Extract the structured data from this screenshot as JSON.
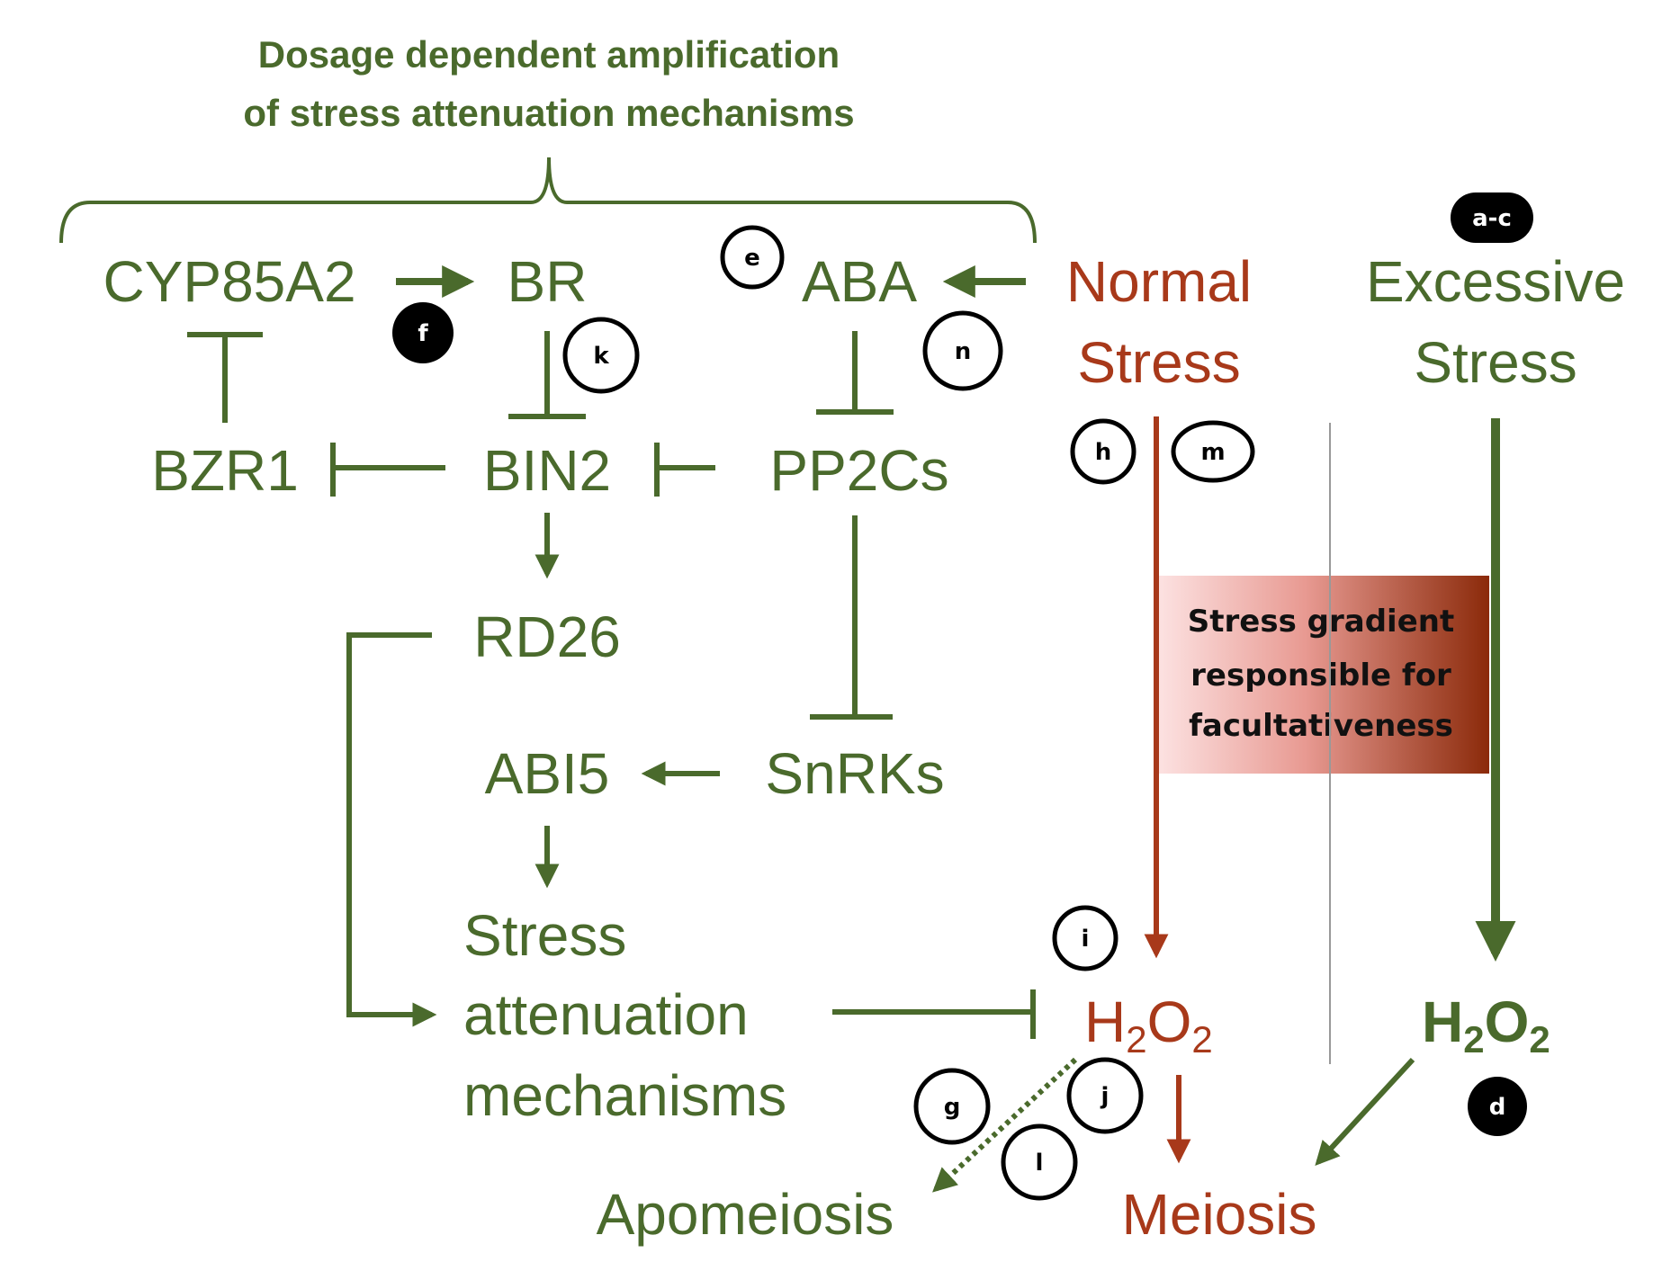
{
  "title": {
    "line1": "Dosage dependent amplification",
    "line2": "of stress attenuation mechanisms"
  },
  "nodes": {
    "cyp85a2": "CYP85A2",
    "br": "BR",
    "aba": "ABA",
    "normal_stress_1": "Normal",
    "normal_stress_2": "Stress",
    "excessive_stress_1": "Excessive",
    "excessive_stress_2": "Stress",
    "bzr1": "BZR1",
    "bin2": "BIN2",
    "pp2cs": "PP2Cs",
    "rd26": "RD26",
    "abi5": "ABI5",
    "snrks": "SnRKs",
    "sam_1": "Stress",
    "sam_2": "attenuation",
    "sam_3": "mechanisms",
    "h2o2_normal_main": "H",
    "h2o2_normal_sub1": "2",
    "h2o2_normal_mid": "O",
    "h2o2_normal_sub2": "2",
    "h2o2_excess_main": "H",
    "h2o2_excess_sub1": "2",
    "h2o2_excess_mid": "O",
    "h2o2_excess_sub2": "2",
    "apomeiosis": "Apomeiosis",
    "meiosis": "Meiosis"
  },
  "gradient_box": {
    "line1": "Stress gradient",
    "line2": "responsible for",
    "line3": "facultativeness"
  },
  "badges": {
    "a_c": "a-c",
    "d": "d",
    "e": "e",
    "f": "f",
    "g": "g",
    "h": "h",
    "i": "i",
    "j": "j",
    "k": "k",
    "l": "l",
    "m": "m",
    "n": "n"
  },
  "colors": {
    "green": "#4a6a2c",
    "red": "#a8391a",
    "gradient_start": "#fde4e4",
    "gradient_end": "#8b2a0a"
  }
}
